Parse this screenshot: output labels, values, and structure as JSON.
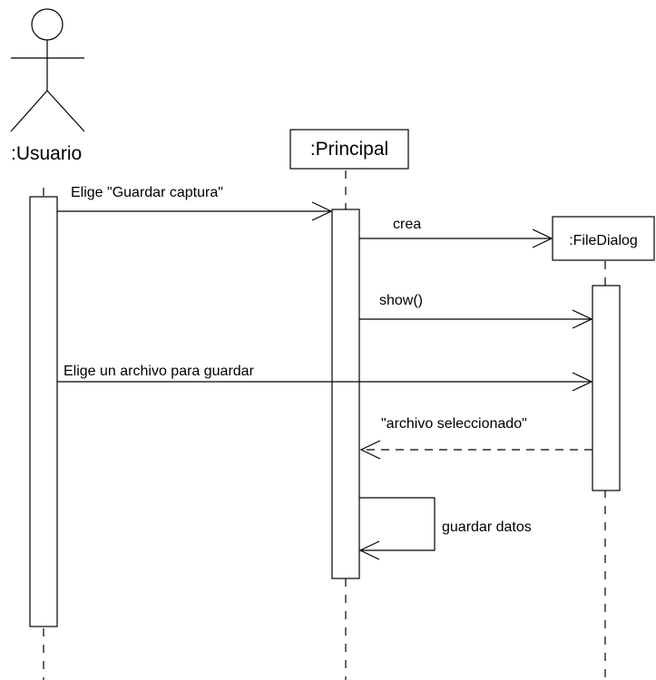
{
  "participants": {
    "usuario": {
      "label": ":Usuario",
      "kind": "actor"
    },
    "principal": {
      "label": ":Principal",
      "kind": "object"
    },
    "filedialog": {
      "label": ":FileDialog",
      "kind": "object"
    }
  },
  "messages": [
    {
      "id": "elige-guardar-captura",
      "label": "Elige \"Guardar captura\"",
      "from": "usuario",
      "to": "principal",
      "kind": "sync"
    },
    {
      "id": "crea",
      "label": "crea",
      "from": "principal",
      "to": "filedialog",
      "kind": "create"
    },
    {
      "id": "show",
      "label": "show()",
      "from": "principal",
      "to": "filedialog",
      "kind": "sync"
    },
    {
      "id": "elige-archivo",
      "label": "Elige un archivo para guardar",
      "from": "usuario",
      "to": "filedialog",
      "kind": "sync"
    },
    {
      "id": "archivo-seleccionado",
      "label": "\"archivo seleccionado\"",
      "from": "filedialog",
      "to": "principal",
      "kind": "return"
    },
    {
      "id": "guardar-datos",
      "label": "guardar datos",
      "from": "principal",
      "to": "principal",
      "kind": "self"
    }
  ],
  "colors": {
    "line": "#000000",
    "background": "#ffffff"
  }
}
